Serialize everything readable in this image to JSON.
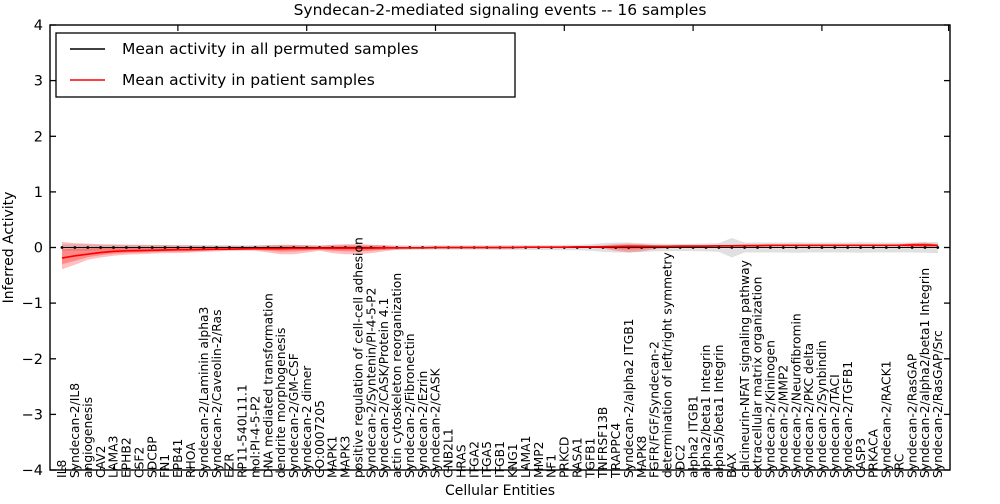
{
  "title": "Syndecan-2-mediated signaling events -- 16 samples",
  "axes": {
    "xlabel": "Cellular Entities",
    "ylabel": "Inferred Activity",
    "yticks": [
      4,
      3,
      2,
      1,
      0,
      -1,
      -2,
      -3,
      -4
    ],
    "ylim": [
      -4,
      4
    ]
  },
  "legend": {
    "position": "upper left",
    "items": [
      {
        "label": "Mean activity in all permuted samples",
        "color": "#000000"
      },
      {
        "label": "Mean activity in patient samples",
        "color": "#ff0000"
      }
    ]
  },
  "chart_data": {
    "type": "line",
    "title": "Syndecan-2-mediated signaling events -- 16 samples",
    "xlabel": "Cellular Entities",
    "ylabel": "Inferred Activity",
    "ylim": [
      -4,
      4
    ],
    "grid": false,
    "legend_position": "upper left",
    "categories": [
      "IL8",
      "Syndecan-2/IL8",
      "angiogenesis",
      "CAV2",
      "LAMA3",
      "EPHB2",
      "CSF2",
      "SDCBP",
      "FN1",
      "EPB41",
      "RHOA",
      "Syndecan-2/Laminin alpha3",
      "Syndecan-2/Caveolin-2/Ras",
      "EZR",
      "RP11-540L11.1",
      "mol:PI-4-5-P2",
      "DNA mediated transformation",
      "dendrite morphogenesis",
      "Syndecan-2/GM-CSF",
      "Syndecan-2 dimer",
      "GO:0007205",
      "MAPK1",
      "MAPK3",
      "positive regulation of cell-cell adhesion",
      "Syndecan-2/Syntenin/PI-4-5-P2",
      "Syndecan-2/CASK/Protein 4.1",
      "actin cytoskeleton reorganization",
      "Syndecan-2/Fibronectin",
      "Syndecan-2/Ezrin",
      "Syndecan-2/CASK",
      "GNB2L1",
      "HRAS",
      "ITGA2",
      "ITGA5",
      "ITGB1",
      "KNG1",
      "LAMA1",
      "MMP2",
      "NF1",
      "PRKCD",
      "RASA1",
      "TGFB1",
      "TNFRSF13B",
      "TRAPPC4",
      "Syndecan-2/alpha2 ITGB1",
      "MAPK8",
      "FGFR/FGF/Syndecan-2",
      "determination of left/right symmetry",
      "SDC2",
      "alpha2 ITGB1",
      "alpha2/beta1 Integrin",
      "alpha5/beta1 Integrin",
      "BAX",
      "calcineurin-NFAT signaling pathway",
      "extracellular matrix organization",
      "Syndecan-2/Kininogen",
      "Syndecan-2/MMP2",
      "Syndecan-2/Neurofibromin",
      "Syndecan-2/PKC delta",
      "Syndecan-2/Synbindin",
      "Syndecan-2/TACI",
      "Syndecan-2/TGFB1",
      "CASP3",
      "PRKACA",
      "Syndecan-2/RACK1",
      "SRC",
      "Syndecan-2/RasGAP",
      "Syndecan-2/alpha2/beta1 Integrin",
      "Syndecan-2/RasGAP/Src"
    ],
    "series": [
      {
        "name": "Mean activity in all permuted samples",
        "color": "#000000",
        "band_color": "#000000",
        "band_opacity": 0.12,
        "values": [
          0,
          0,
          0,
          0,
          0,
          0,
          0,
          0,
          0,
          0,
          0,
          0,
          0,
          0,
          0,
          0,
          0,
          0,
          0,
          0,
          0,
          0,
          0,
          0,
          0,
          0,
          0,
          0,
          0,
          0,
          0,
          0,
          0,
          0,
          0,
          0,
          0,
          0,
          0,
          0,
          0,
          0,
          0,
          0,
          0,
          0,
          0,
          0,
          0,
          0,
          0,
          0,
          0,
          0,
          0,
          0,
          0,
          0,
          0,
          0,
          0,
          0,
          0,
          0,
          0,
          0,
          0,
          0,
          0
        ],
        "band_upper": [
          0.06,
          0.06,
          0.055,
          0.05,
          0.05,
          0.05,
          0.045,
          0.045,
          0.045,
          0.04,
          0.04,
          0.04,
          0.04,
          0.04,
          0.04,
          0.04,
          0.045,
          0.045,
          0.045,
          0.045,
          0.04,
          0.045,
          0.05,
          0.05,
          0.045,
          0.045,
          0.04,
          0.04,
          0.04,
          0.04,
          0.04,
          0.04,
          0.04,
          0.04,
          0.045,
          0.045,
          0.045,
          0.045,
          0.045,
          0.05,
          0.05,
          0.06,
          0.08,
          0.09,
          0.09,
          0.08,
          0.07,
          0.065,
          0.065,
          0.065,
          0.07,
          0.08,
          0.17,
          0.09,
          0.09,
          0.09,
          0.09,
          0.095,
          0.09,
          0.09,
          0.09,
          0.09,
          0.095,
          0.09,
          0.09,
          0.09,
          0.09,
          0.095,
          0.1
        ],
        "band_lower": [
          -0.06,
          -0.06,
          -0.055,
          -0.05,
          -0.05,
          -0.05,
          -0.045,
          -0.045,
          -0.045,
          -0.04,
          -0.04,
          -0.04,
          -0.04,
          -0.04,
          -0.04,
          -0.04,
          -0.045,
          -0.045,
          -0.045,
          -0.045,
          -0.04,
          -0.045,
          -0.05,
          -0.05,
          -0.045,
          -0.045,
          -0.04,
          -0.04,
          -0.04,
          -0.04,
          -0.04,
          -0.04,
          -0.04,
          -0.04,
          -0.045,
          -0.045,
          -0.045,
          -0.045,
          -0.045,
          -0.05,
          -0.05,
          -0.06,
          -0.08,
          -0.09,
          -0.09,
          -0.08,
          -0.07,
          -0.065,
          -0.065,
          -0.065,
          -0.07,
          -0.08,
          -0.18,
          -0.09,
          -0.09,
          -0.09,
          -0.09,
          -0.095,
          -0.09,
          -0.09,
          -0.09,
          -0.09,
          -0.095,
          -0.09,
          -0.09,
          -0.09,
          -0.09,
          -0.095,
          -0.1
        ]
      },
      {
        "name": "Mean activity in patient samples",
        "color": "#ff0000",
        "band_color": "#ff0000",
        "band_opacity": 0.25,
        "values": [
          -0.19,
          -0.15,
          -0.12,
          -0.09,
          -0.07,
          -0.06,
          -0.055,
          -0.05,
          -0.045,
          -0.04,
          -0.04,
          -0.035,
          -0.03,
          -0.03,
          -0.025,
          -0.02,
          -0.02,
          -0.02,
          -0.015,
          -0.015,
          -0.01,
          -0.01,
          -0.01,
          -0.01,
          -0.01,
          -0.005,
          -0.005,
          -0.005,
          -0.005,
          0,
          0,
          0,
          0,
          0,
          0,
          0,
          0.005,
          0.005,
          0.005,
          0.005,
          0.01,
          0.01,
          0.01,
          0.015,
          0.02,
          0.02,
          0.02,
          0.02,
          0.025,
          0.025,
          0.025,
          0.03,
          0.03,
          0.035,
          0.035,
          0.04,
          0.04,
          0.04,
          0.04,
          0.04,
          0.04,
          0.04,
          0.04,
          0.04,
          0.04,
          0.04,
          0.045,
          0.045,
          0.04
        ],
        "band_upper": [
          0.1,
          0.08,
          0.07,
          0.06,
          0.055,
          0.05,
          0.05,
          0.045,
          0.045,
          0.04,
          0.04,
          0.035,
          0.03,
          0.03,
          0.025,
          0.03,
          0.04,
          0.05,
          0.05,
          0.04,
          0.03,
          0.05,
          0.06,
          0.06,
          0.05,
          0.04,
          0.02,
          0.015,
          0.015,
          0.015,
          0.015,
          0.015,
          0.015,
          0.015,
          0.015,
          0.015,
          0.02,
          0.02,
          0.02,
          0.02,
          0.02,
          0.025,
          0.04,
          0.06,
          0.07,
          0.06,
          0.04,
          0.035,
          0.035,
          0.035,
          0.04,
          0.04,
          0.05,
          0.05,
          0.05,
          0.05,
          0.05,
          0.055,
          0.05,
          0.05,
          0.05,
          0.05,
          0.05,
          0.05,
          0.05,
          0.055,
          0.08,
          0.09,
          0.06
        ],
        "band_lower": [
          -0.39,
          -0.31,
          -0.22,
          -0.18,
          -0.15,
          -0.13,
          -0.12,
          -0.11,
          -0.1,
          -0.1,
          -0.09,
          -0.08,
          -0.07,
          -0.06,
          -0.055,
          -0.06,
          -0.09,
          -0.12,
          -0.12,
          -0.09,
          -0.06,
          -0.1,
          -0.12,
          -0.12,
          -0.1,
          -0.07,
          -0.04,
          -0.03,
          -0.025,
          -0.02,
          -0.02,
          -0.02,
          -0.02,
          -0.02,
          -0.02,
          -0.015,
          -0.015,
          -0.01,
          -0.01,
          -0.01,
          -0.01,
          -0.005,
          -0.02,
          -0.06,
          -0.09,
          -0.07,
          -0.03,
          -0.01,
          -0.005,
          0,
          0,
          0,
          0.005,
          0.01,
          0.01,
          0.015,
          0.02,
          0.02,
          0.02,
          0.02,
          0.02,
          0.025,
          0.025,
          0.025,
          0.025,
          0.025,
          0,
          -0.01,
          0.01
        ]
      }
    ]
  }
}
